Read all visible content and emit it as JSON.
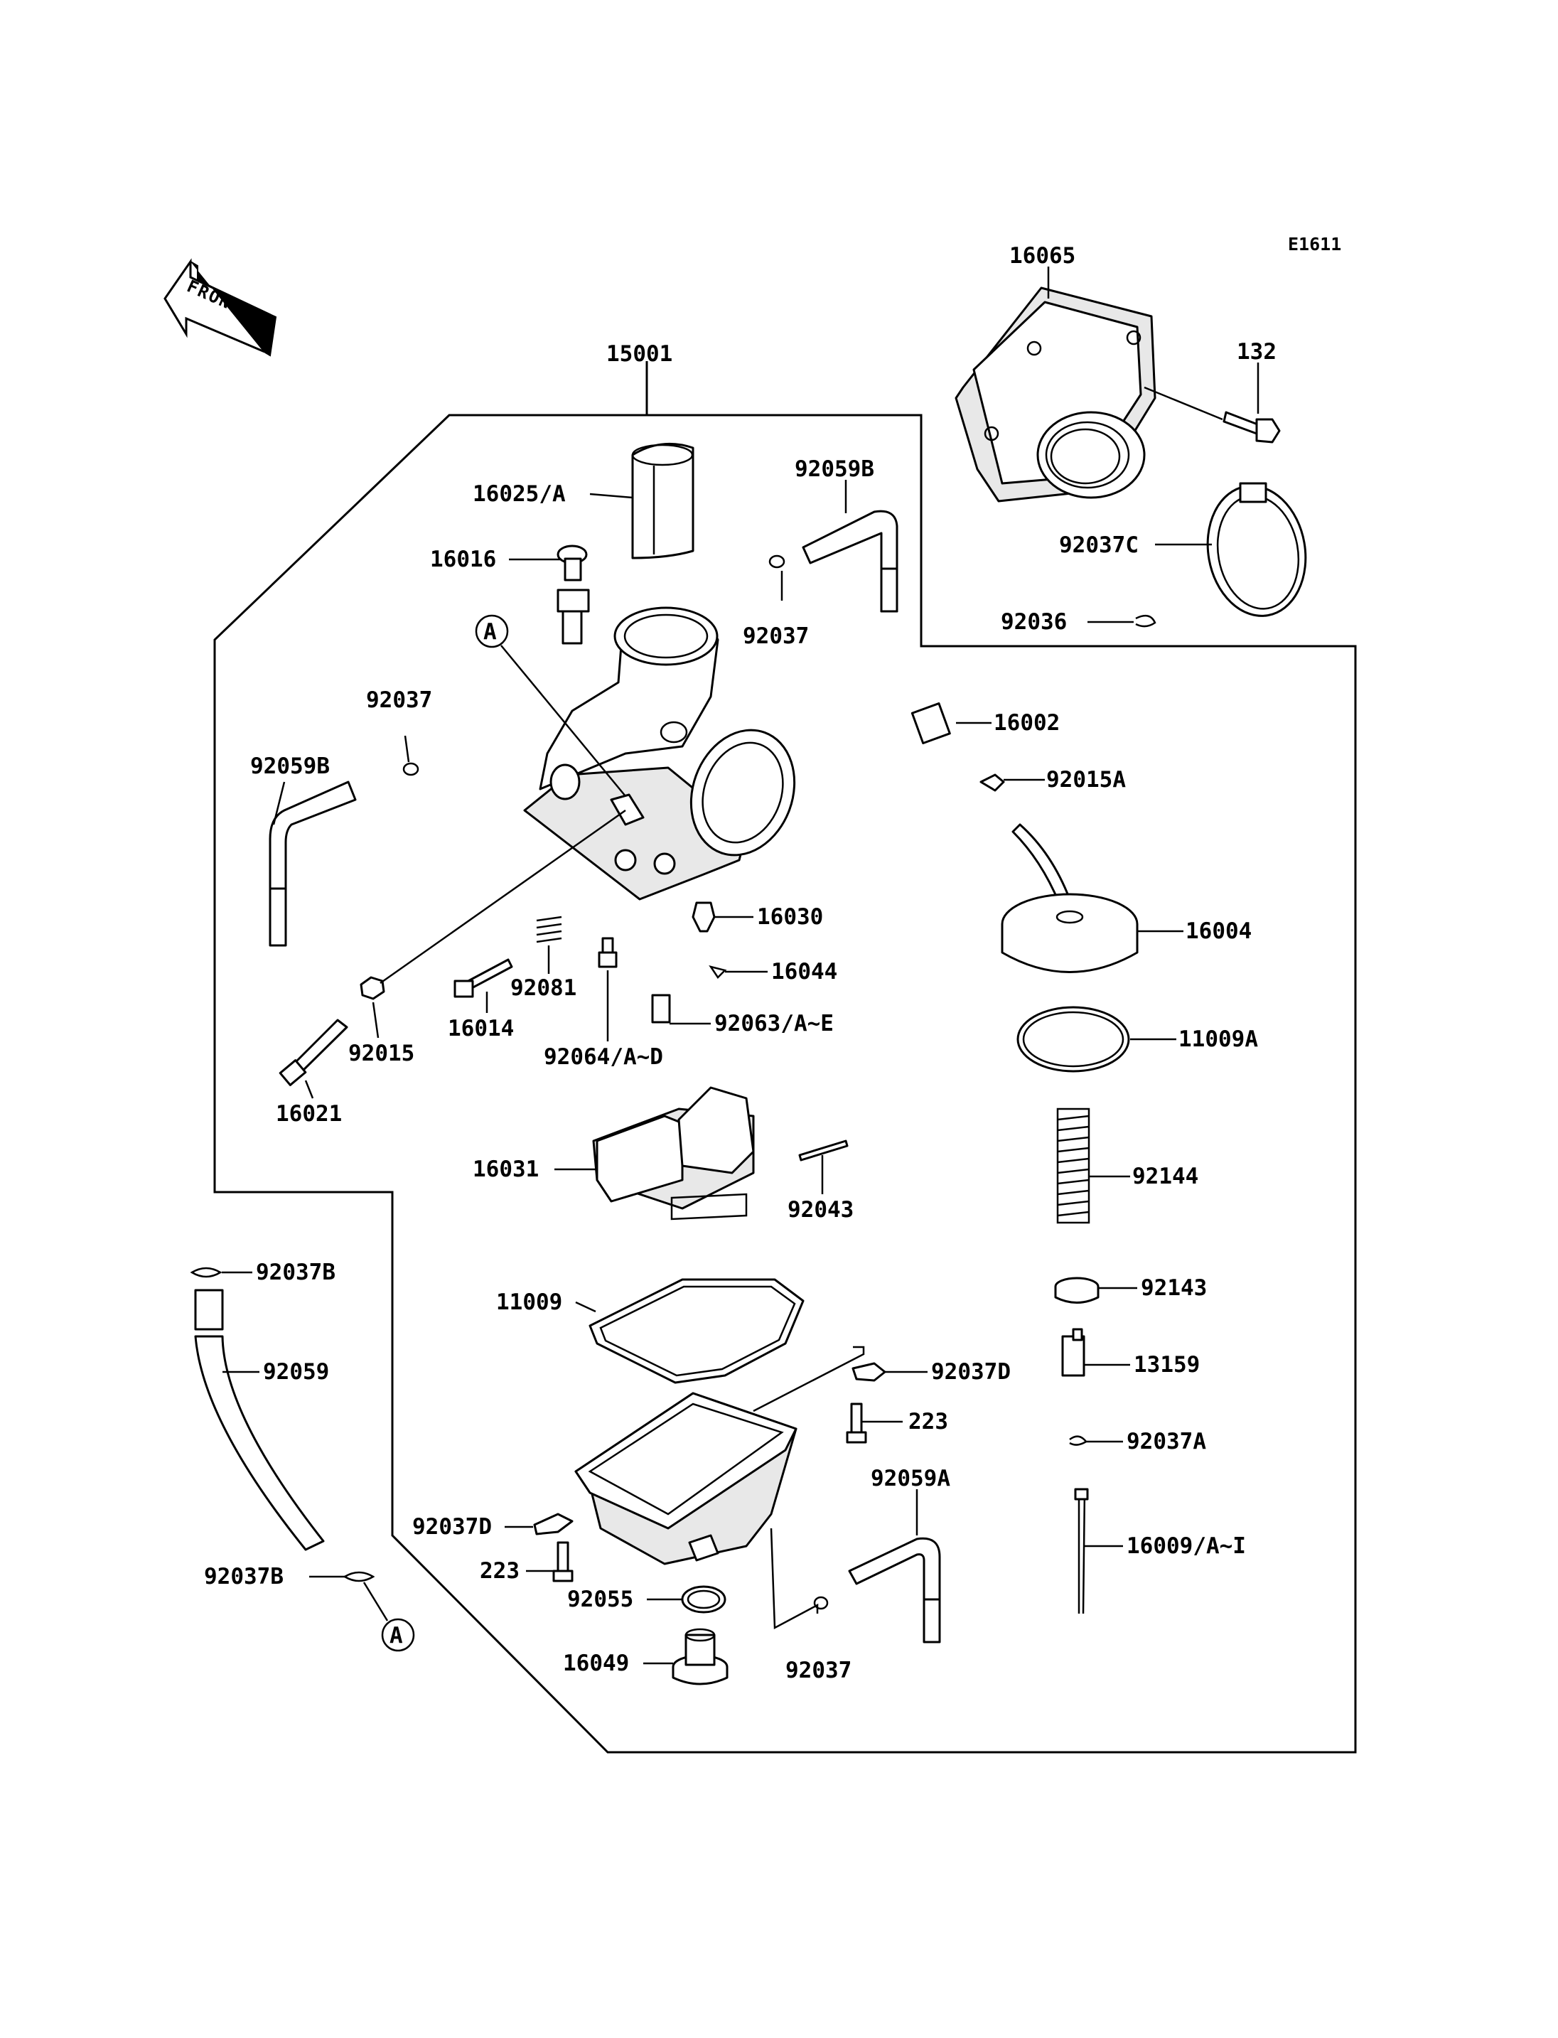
{
  "diagram": {
    "code": "E1611",
    "front_label": "FRONT",
    "ref_marker": "A",
    "parts": [
      {
        "id": "p16065",
        "label": "16065"
      },
      {
        "id": "p132",
        "label": "132"
      },
      {
        "id": "p15001",
        "label": "15001"
      },
      {
        "id": "p16025",
        "label": "16025/A"
      },
      {
        "id": "p92059b_top",
        "label": "92059B"
      },
      {
        "id": "p16016",
        "label": "16016"
      },
      {
        "id": "p92037_top",
        "label": "92037"
      },
      {
        "id": "p92037c",
        "label": "92037C"
      },
      {
        "id": "p92036",
        "label": "92036"
      },
      {
        "id": "p92037_left",
        "label": "92037"
      },
      {
        "id": "p92059b_left",
        "label": "92059B"
      },
      {
        "id": "p16002",
        "label": "16002"
      },
      {
        "id": "p92015a",
        "label": "92015A"
      },
      {
        "id": "p16030",
        "label": "16030"
      },
      {
        "id": "p16004",
        "label": "16004"
      },
      {
        "id": "p92081",
        "label": "92081"
      },
      {
        "id": "p16044",
        "label": "16044"
      },
      {
        "id": "p16014",
        "label": "16014"
      },
      {
        "id": "p92063",
        "label": "92063/A~E"
      },
      {
        "id": "p92015",
        "label": "92015"
      },
      {
        "id": "p92064",
        "label": "92064/A~D"
      },
      {
        "id": "p11009a",
        "label": "11009A"
      },
      {
        "id": "p16021",
        "label": "16021"
      },
      {
        "id": "p16031",
        "label": "16031"
      },
      {
        "id": "p92144",
        "label": "92144"
      },
      {
        "id": "p92043",
        "label": "92043"
      },
      {
        "id": "p92037b_top",
        "label": "92037B"
      },
      {
        "id": "p92143",
        "label": "92143"
      },
      {
        "id": "p11009",
        "label": "11009"
      },
      {
        "id": "p92059",
        "label": "92059"
      },
      {
        "id": "p13159",
        "label": "13159"
      },
      {
        "id": "p92037d_right",
        "label": "92037D"
      },
      {
        "id": "p223_right",
        "label": "223"
      },
      {
        "id": "p92037a",
        "label": "92037A"
      },
      {
        "id": "p92059a",
        "label": "92059A"
      },
      {
        "id": "p92037d_left",
        "label": "92037D"
      },
      {
        "id": "p16009",
        "label": "16009/A~I"
      },
      {
        "id": "p92037b_bottom",
        "label": "92037B"
      },
      {
        "id": "p223_left",
        "label": "223"
      },
      {
        "id": "p92055",
        "label": "92055"
      },
      {
        "id": "p16049",
        "label": "16049"
      },
      {
        "id": "p92037_bottom",
        "label": "92037"
      }
    ]
  }
}
